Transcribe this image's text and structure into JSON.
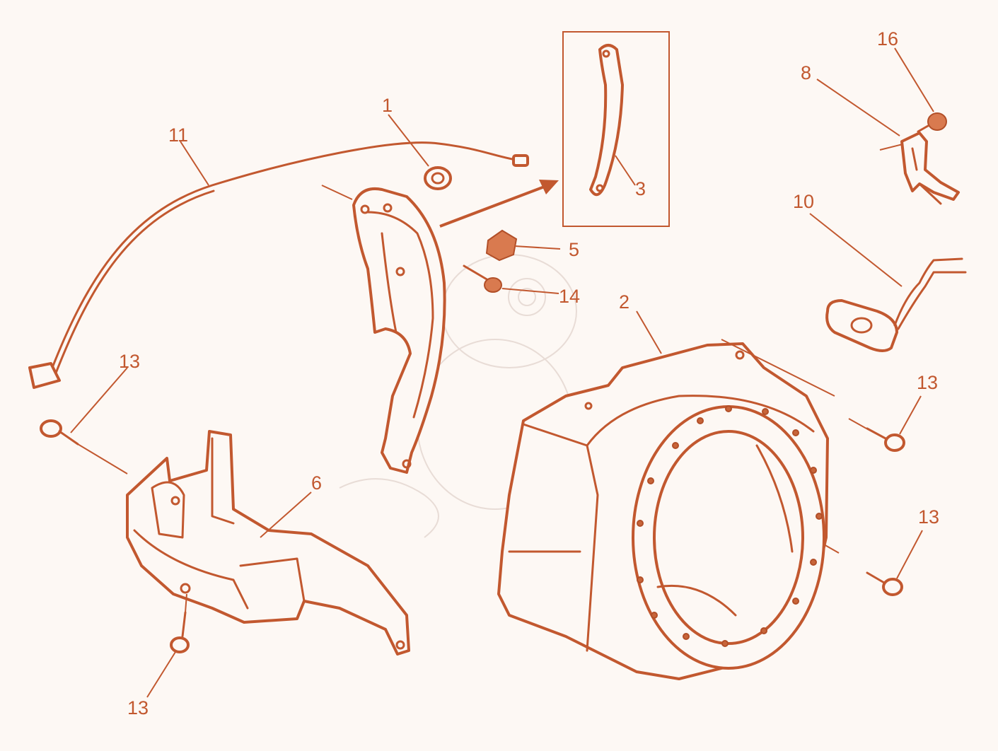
{
  "diagram": {
    "colors": {
      "line": "#c2582f",
      "fill": "#c8653a",
      "background": "#fdf8f4"
    },
    "callouts": {
      "c1": "1",
      "c2": "2",
      "c3": "3",
      "c5": "5",
      "c6": "6",
      "c8": "8",
      "c10": "10",
      "c11": "11",
      "c13a": "13",
      "c13b": "13",
      "c13c": "13",
      "c13d": "13",
      "c14": "14",
      "c16": "16"
    }
  }
}
